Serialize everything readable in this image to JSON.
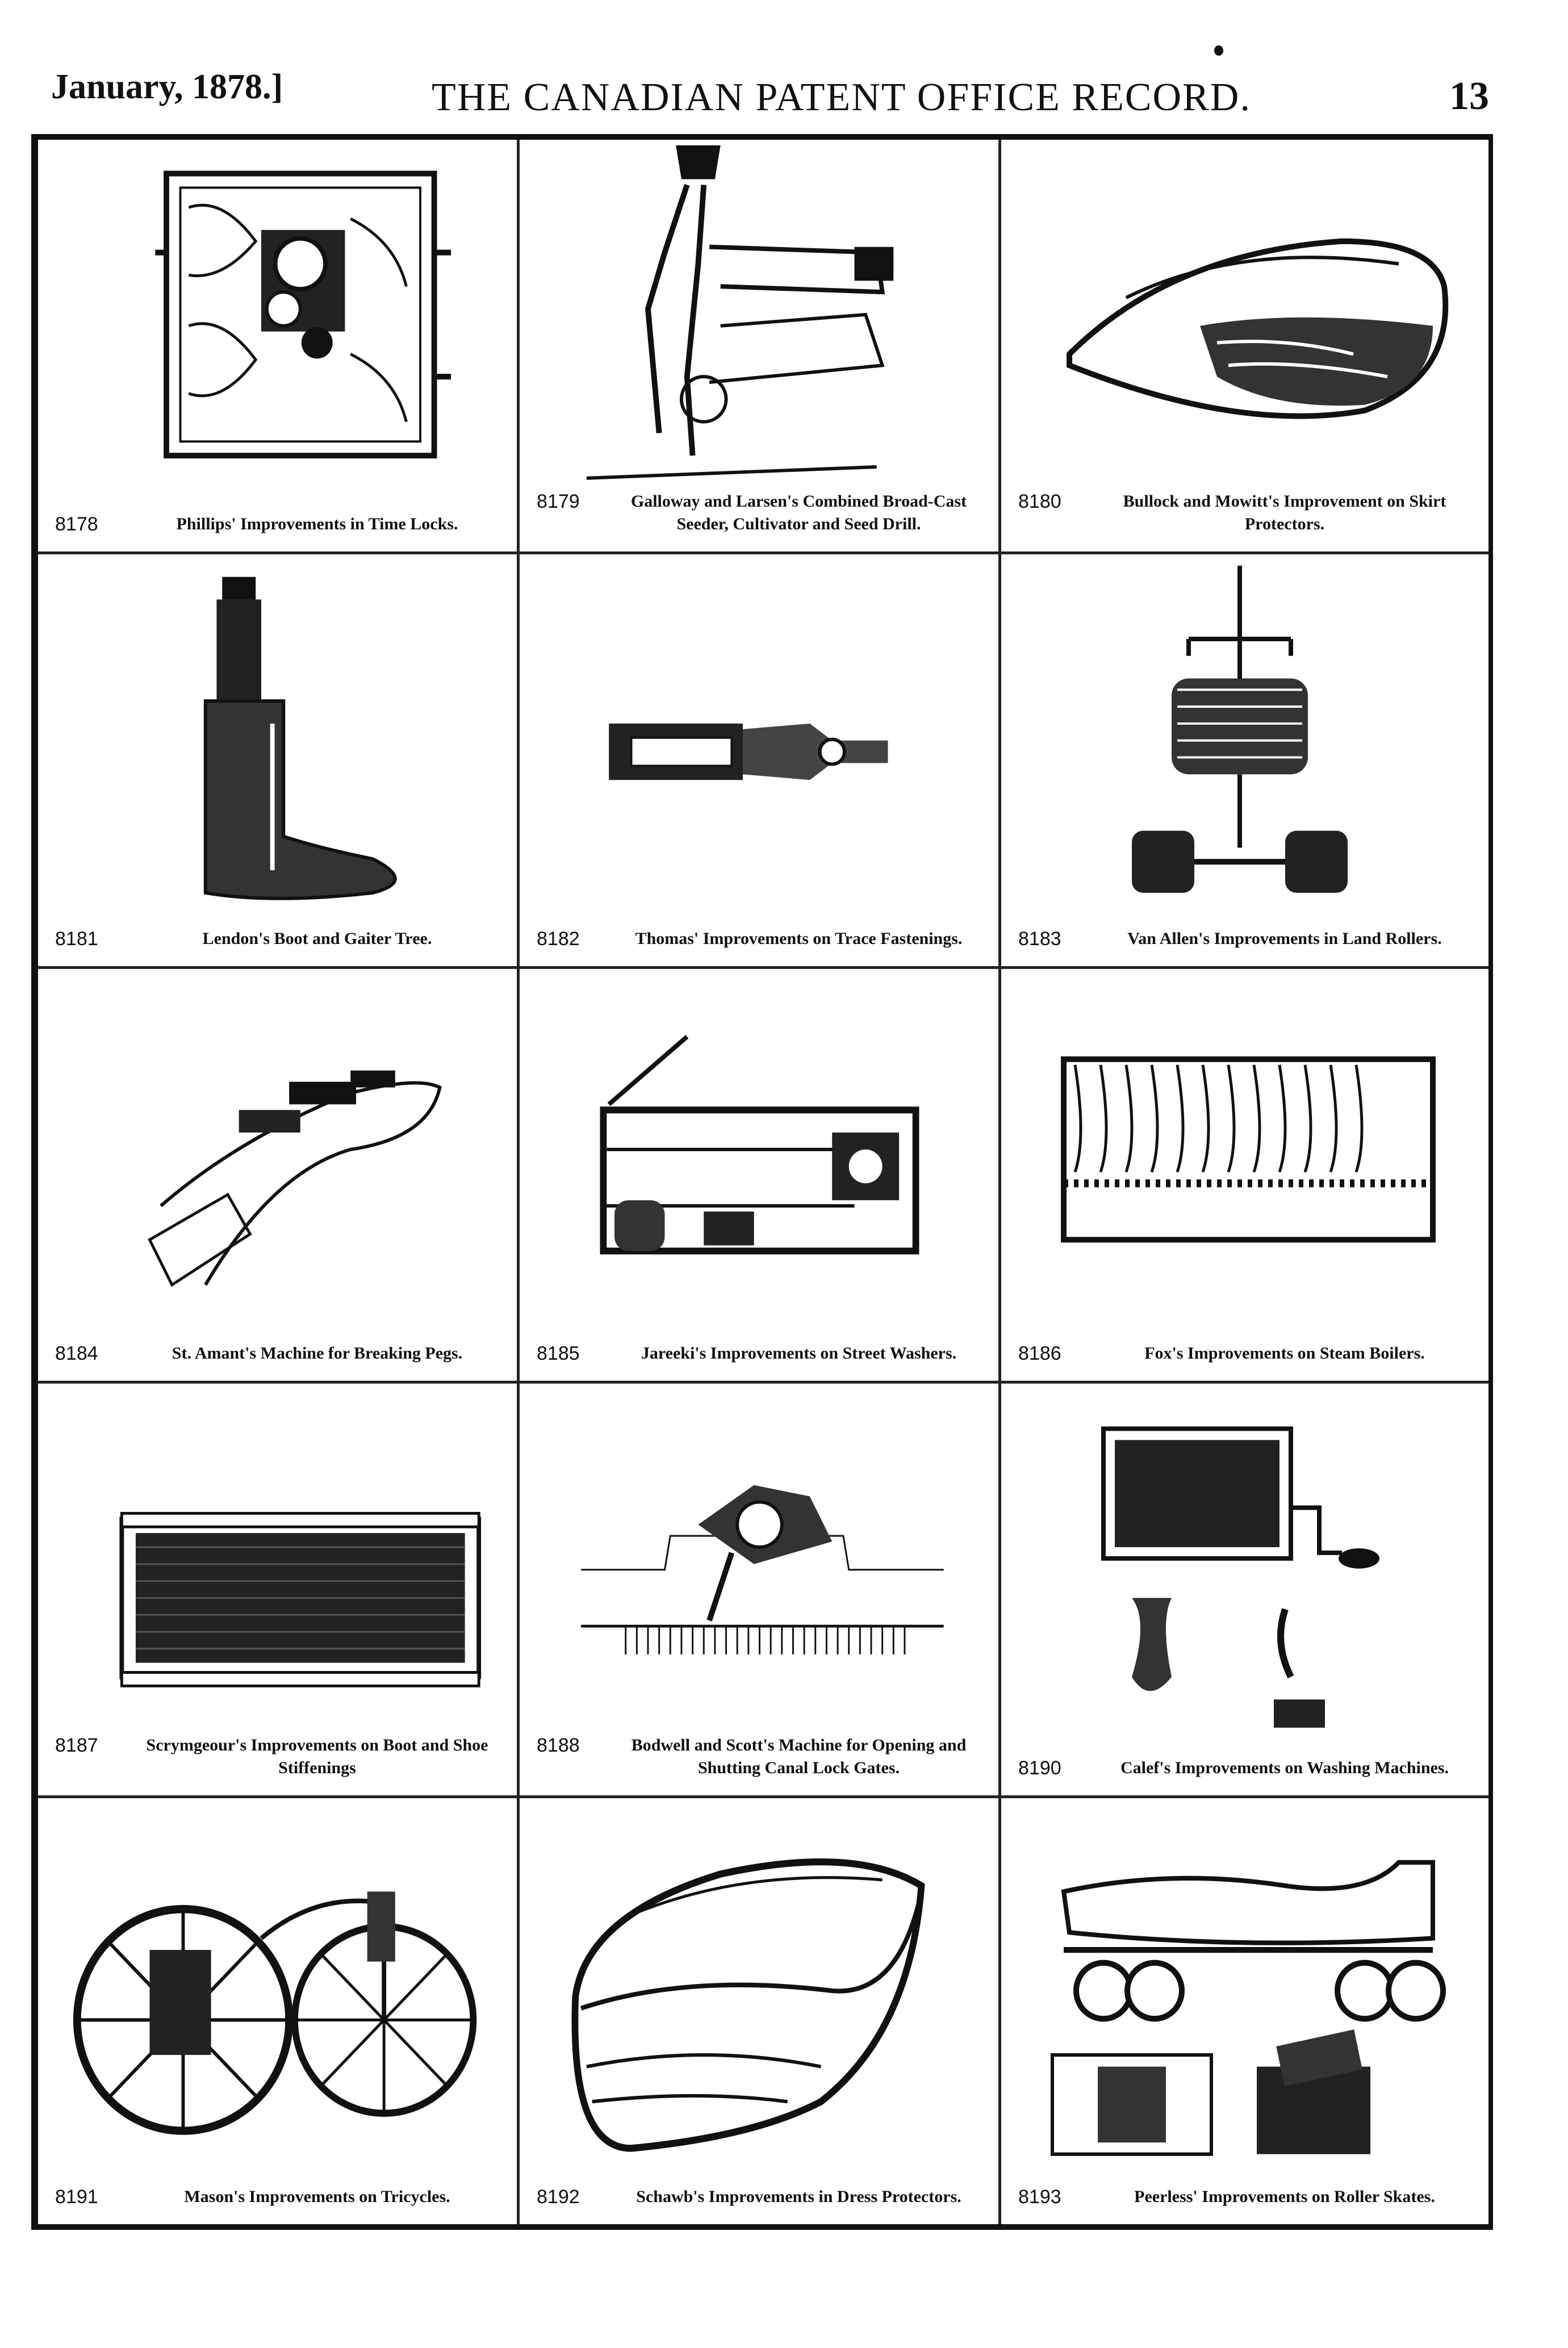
{
  "header": {
    "date": "January, 1878.]",
    "title": "THE CANADIAN PATENT OFFICE RECORD.",
    "page": "13"
  },
  "figures": [
    {
      "number": "8178",
      "caption": "Phillips' Improvements in Time Locks.",
      "drawing": "time-lock"
    },
    {
      "number": "8179",
      "caption": "Galloway and Larsen's Combined Broad-Cast Seeder, Cultivator and Seed Drill.",
      "drawing": "seeder"
    },
    {
      "number": "8180",
      "caption": "Bullock and Mowitt's Improvement on Skirt Protectors.",
      "drawing": "skirt-protector"
    },
    {
      "number": "8181",
      "caption": "Lendon's Boot and Gaiter Tree.",
      "drawing": "boot-tree"
    },
    {
      "number": "8182",
      "caption": "Thomas' Improvements on Trace Fastenings.",
      "drawing": "trace-fastening"
    },
    {
      "number": "8183",
      "caption": "Van Allen's Improvements in Land Rollers.",
      "drawing": "land-roller"
    },
    {
      "number": "8184",
      "caption": "St. Amant's Machine for Breaking Pegs.",
      "drawing": "peg-breaker"
    },
    {
      "number": "8185",
      "caption": "Jareeki's Improvements on Street Washers.",
      "drawing": "street-washer"
    },
    {
      "number": "8186",
      "caption": "Fox's Improvements on Steam Boilers.",
      "drawing": "steam-boiler"
    },
    {
      "number": "8187",
      "caption": "Scrymgeour's Improvements on Boot and Shoe Stiffenings",
      "drawing": "shoe-stiffening"
    },
    {
      "number": "8188",
      "caption": "Bodwell and Scott's Machine for Opening and Shutting Canal Lock Gates.",
      "drawing": "lock-gate"
    },
    {
      "number": "8190",
      "caption": "Calef's Improvements on Washing Machines.",
      "drawing": "washing-machine"
    },
    {
      "number": "8191",
      "caption": "Mason's Improvements on Tricycles.",
      "drawing": "tricycle"
    },
    {
      "number": "8192",
      "caption": "Schawb's Improvements in Dress Protectors.",
      "drawing": "dress-protector"
    },
    {
      "number": "8193",
      "caption": "Peerless' Improvements on Roller Skates.",
      "drawing": "roller-skate"
    }
  ]
}
